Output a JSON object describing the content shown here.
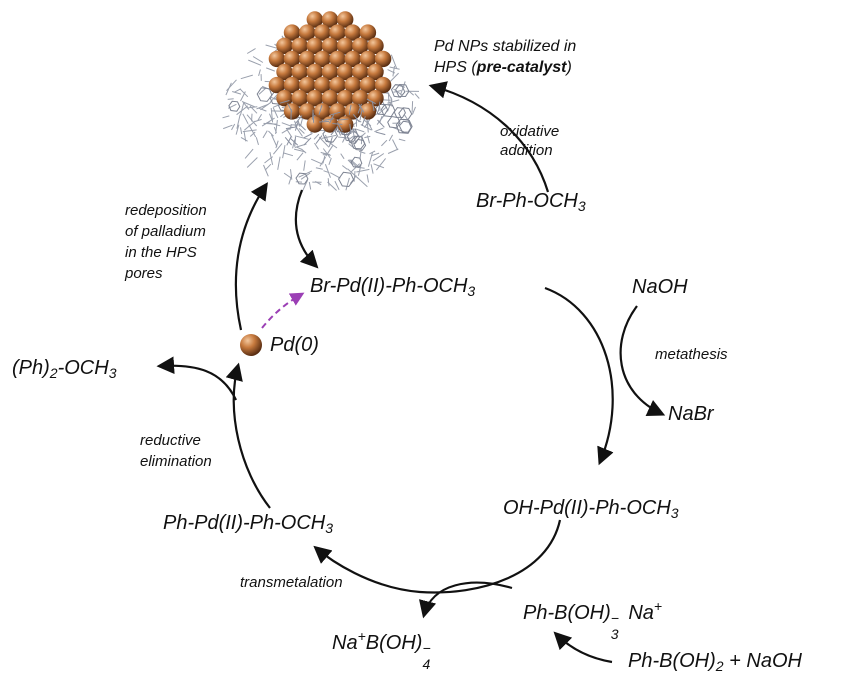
{
  "precatalyst": {
    "line1": "Pd NPs stabilized in",
    "line2_prefix": "HPS (",
    "line2_bold": "pre-catalyst",
    "line2_suffix": ")"
  },
  "steps": {
    "oxidative_addition": [
      "oxidative",
      "addition"
    ],
    "redeposition": [
      "redeposition",
      "of palladium",
      "in the HPS",
      "pores"
    ],
    "metathesis": "metathesis",
    "reductive_elimination": [
      "reductive",
      "elimination"
    ],
    "transmetalation": "transmetalation"
  },
  "species": {
    "aryl_bromide": {
      "main": "Br-Ph-OCH",
      "sub": "3"
    },
    "pd_aryl_bromide": {
      "main": "Br-Pd(II)-Ph-OCH",
      "sub": "3"
    },
    "naoh": "NaOH",
    "nabr": "NaBr",
    "pd0": "Pd(0)",
    "product": {
      "a": "(Ph)",
      "sub1": "2",
      "b": "-OCH",
      "sub2": "3"
    },
    "oh_pd": {
      "main": "OH-Pd(II)-Ph-OCH",
      "sub": "3"
    },
    "ph_pd": {
      "main": "Ph-Pd(II)-Ph-OCH",
      "sub": "3"
    },
    "borate": {
      "a": "Ph-B(OH)",
      "sub": "3",
      "sup1": "−",
      "b": " Na",
      "sup2": "+"
    },
    "na_borate": {
      "a": "Na",
      "sup1": "+",
      "b": "B(OH)",
      "sub": "4",
      "sup2": "−"
    },
    "boronic": {
      "a": "Ph-B(OH)",
      "sub": "2",
      "b": " + NaOH"
    }
  },
  "colors": {
    "text": "#111111",
    "arrow": "#111111",
    "dashed_arrow": "#9b3fb5",
    "pd_particle": "#c77a3e",
    "polymer": "#9aa0ad"
  }
}
